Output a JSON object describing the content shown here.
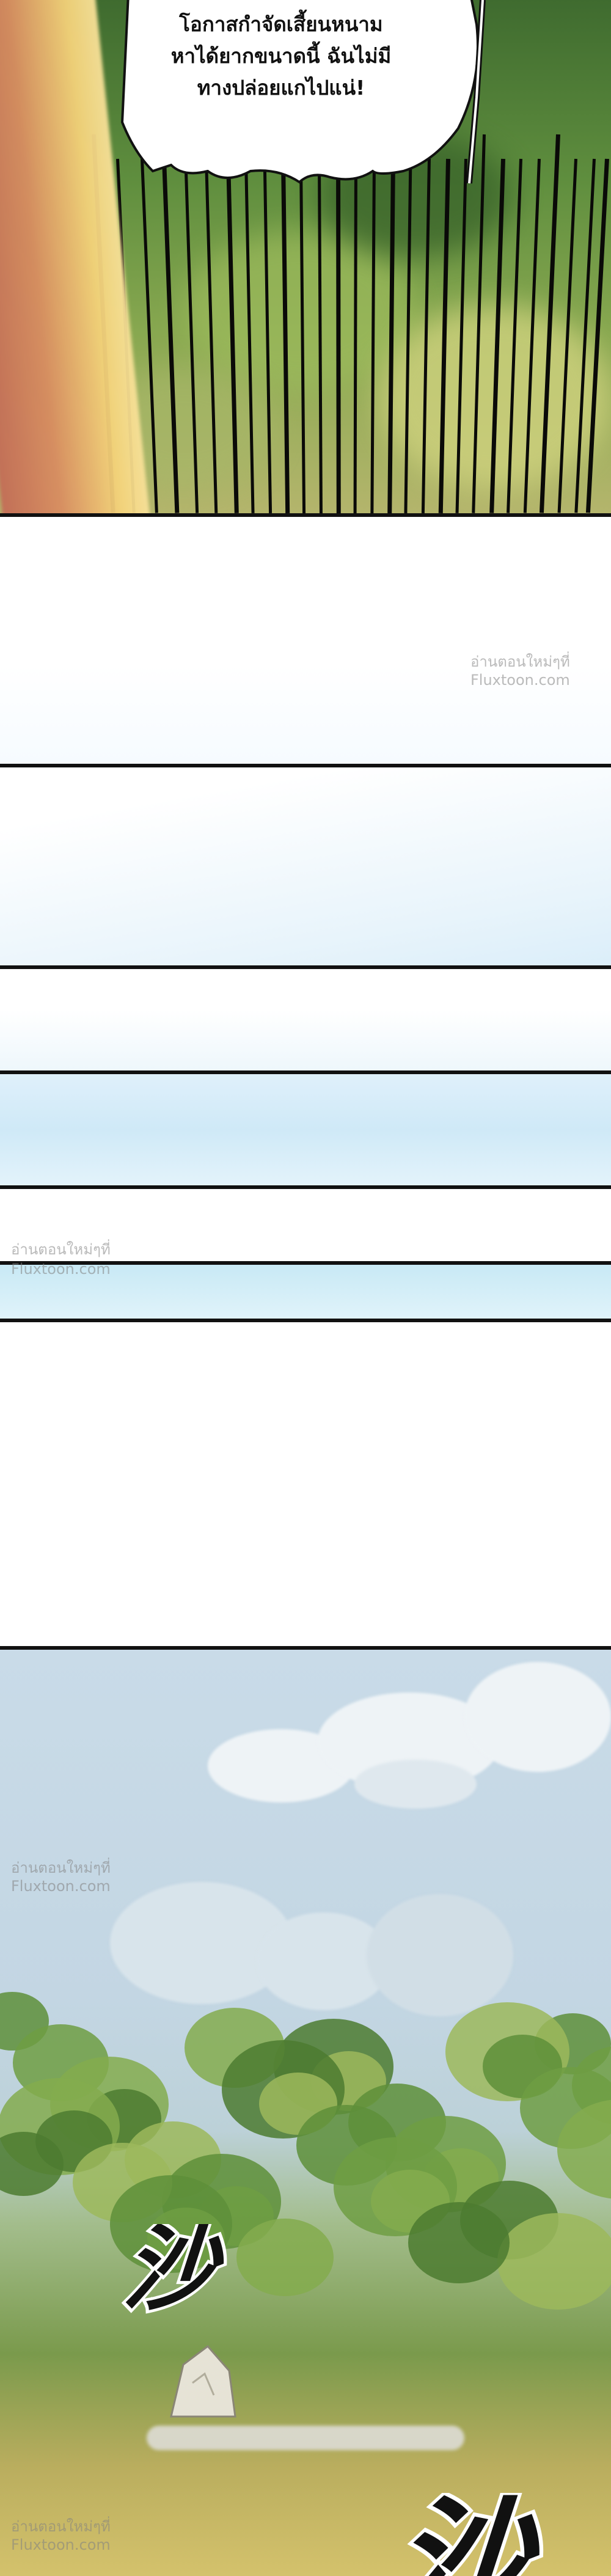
{
  "speech_bubble": {
    "lines": [
      "โอกาสกำจัดเสี้ยนหนาม",
      "หาได้ยากขนาดนี้ ฉันไม่มี",
      "ทางปล่อยแกไปแน่!"
    ]
  },
  "watermark": {
    "line1": "อ่านตอนใหม่ๆที่",
    "line2": "Fluxtoon.com"
  },
  "sound_effect": {
    "glyph": "沙"
  },
  "colors": {
    "bamboo_green": "#4f7d33",
    "sky_blue": "#d6eef9",
    "panel_border": "#111111",
    "bubble_fill": "#ffffff"
  }
}
